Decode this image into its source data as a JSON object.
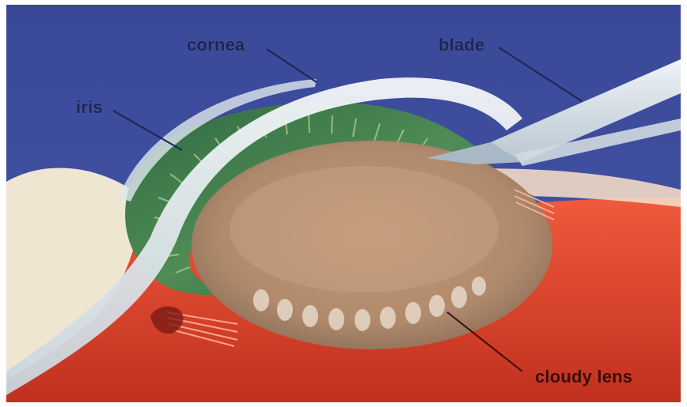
{
  "labels": {
    "cornea": "cornea",
    "blade": "blade",
    "iris": "iris",
    "cloudy_lens": "cloudy lens"
  },
  "colors": {
    "background_blue": "#3e4d9e",
    "tissue_red": "#e2442c",
    "lens_tan": "#b89070",
    "iris_green": "#3f7a4a",
    "cornea_white": "#e8eef2",
    "label_dark": "#1d2552"
  }
}
